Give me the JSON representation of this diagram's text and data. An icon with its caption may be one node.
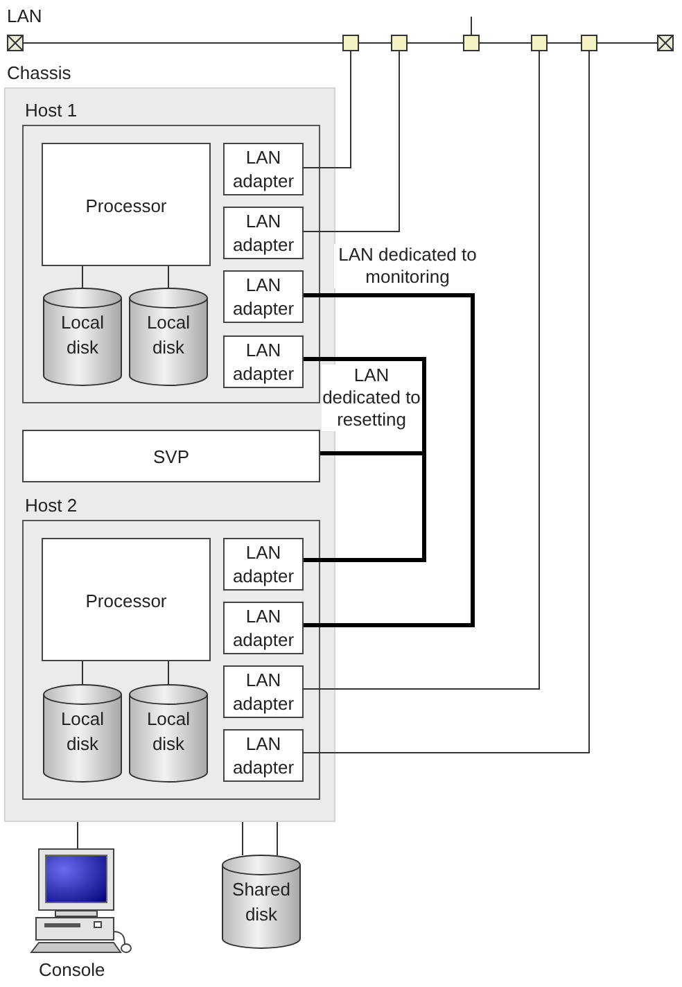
{
  "diagram": {
    "nodes": [
      {
        "text": [],
        "shape": "box"
      },
      {
        "text": [],
        "shape": "box"
      },
      {
        "text": [],
        "shape": "box"
      },
      {
        "text": [],
        "shape": "box"
      },
      {
        "text": [],
        "shape": "box"
      },
      {
        "text": [],
        "shape": "box"
      },
      {
        "text": [],
        "shape": "box"
      },
      {
        "text": [
          "Chassis"
        ]
      },
      {
        "text": [
          "Host 1"
        ],
        "in": 7
      },
      {
        "text": [
          "Processor"
        ],
        "in": 8
      },
      {
        "text": [
          "Local disk"
        ],
        "in": 8
      },
      {
        "text": [
          "Local disk"
        ],
        "in": 8
      },
      {
        "text": [
          "LAN adapter"
        ],
        "in": 8
      },
      {
        "text": [
          "LAN adapter"
        ],
        "in": 8
      },
      {
        "text": [
          "LAN adapter"
        ],
        "in": 8
      },
      {
        "text": [
          "LAN adapter"
        ],
        "in": 8
      },
      {
        "text": [
          "SVP"
        ],
        "in": 7
      },
      {
        "text": [
          "Host 2"
        ],
        "in": 7
      },
      {
        "text": [
          "Processor"
        ],
        "in": 17
      },
      {
        "text": [
          "Local disk"
        ],
        "in": 17
      },
      {
        "text": [
          "Local disk"
        ],
        "in": 17
      },
      {
        "text": [
          "LAN adapter"
        ],
        "in": 17
      },
      {
        "text": [
          "LAN adapter"
        ],
        "in": 17
      },
      {
        "text": [
          "LAN adapter"
        ],
        "in": 17
      },
      {
        "text": [
          "LAN adapter"
        ],
        "in": 17
      },
      {
        "text": [
          "Console"
        ]
      },
      {
        "text": [
          "Shared disk"
        ]
      }
    ],
    "edges": [
      {
        "from": 0,
        "to": 1,
        "arrow": "none"
      },
      {
        "from": 1,
        "to": 2,
        "arrow": "none"
      },
      {
        "from": 2,
        "to": 3,
        "arrow": "none"
      },
      {
        "from": 3,
        "to": 4,
        "arrow": "none"
      },
      {
        "from": 4,
        "to": 5,
        "arrow": "none"
      },
      {
        "from": 5,
        "to": 6,
        "arrow": "none"
      },
      {
        "from": 3,
        "to": null,
        "arrow": "none"
      },
      {
        "from": 12,
        "to": 1,
        "arrow": "none"
      },
      {
        "from": 13,
        "to": 2,
        "arrow": "none"
      },
      {
        "from": 14,
        "to": 22,
        "arrow": "none",
        "style": "thick",
        "label": "LAN dedicated to monitoring"
      },
      {
        "from": 15,
        "to": 21,
        "arrow": "none",
        "style": "thick",
        "label": "LAN dedicated to resetting"
      },
      {
        "from": 16,
        "to": 21,
        "arrow": "none",
        "style": "thick"
      },
      {
        "from": 23,
        "to": 4,
        "arrow": "none"
      },
      {
        "from": 24,
        "to": 5,
        "arrow": "none"
      },
      {
        "from": 9,
        "to": 10,
        "arrow": "none"
      },
      {
        "from": 9,
        "to": 11,
        "arrow": "none"
      },
      {
        "from": 18,
        "to": 19,
        "arrow": "none"
      },
      {
        "from": 18,
        "to": 20,
        "arrow": "none"
      },
      {
        "from": 7,
        "to": 25,
        "arrow": "none"
      },
      {
        "from": 7,
        "to": 26,
        "arrow": "none"
      },
      {
        "from": 7,
        "to": 26,
        "arrow": "none"
      }
    ],
    "labels": [
      "LAN"
    ]
  }
}
